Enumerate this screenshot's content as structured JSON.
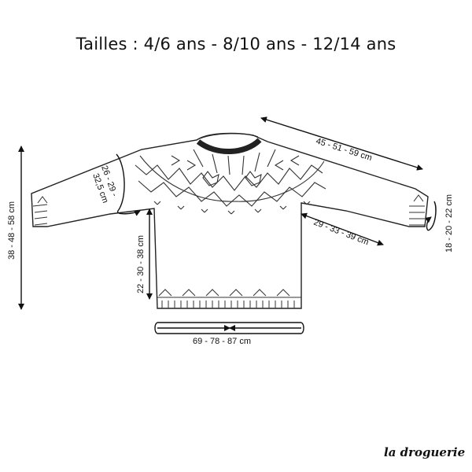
{
  "title": "Tailles : 4/6 ans - 8/10 ans - 12/14 ans",
  "brand": "la droguerie",
  "measurements": {
    "sleeve_top": "45 - 51 - 59 cm",
    "sleeve_underarm": "29 - 33 - 39 cm",
    "neck_depth_a": "26 - 29 -",
    "neck_depth_b": "32,5 cm",
    "total_length": "38 - 48 - 58 cm",
    "body_length": "22 - 30 - 38 cm",
    "cuff": "18 - 20 - 22 cm",
    "hem": "69 - 78 - 87 cm"
  }
}
